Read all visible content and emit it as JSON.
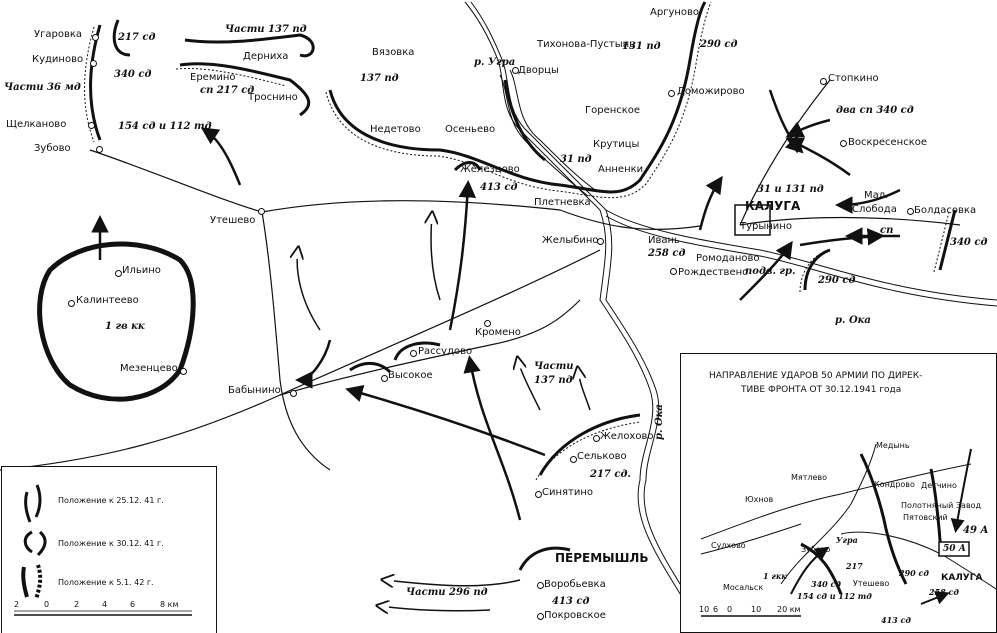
{
  "settlements": {
    "ugarovka": "Угаровка",
    "kudinovo": "Кудиново",
    "shchelkanovo": "Щелканово",
    "zubovo": "Зубово",
    "dernikha": "Дерниха",
    "eremino": "Еремино",
    "trosnino": "Троснино",
    "vyazovka": "Вязовка",
    "nedetovo": "Недетово",
    "osenevo": "Осеньево",
    "zheleztsovo": "Железцово",
    "dvortsy": "Дворцы",
    "argunovo": "Аргуново",
    "tikhonova": "Тихонова-Пустынь",
    "domozhirovo": "Доможирово",
    "gorenskoe": "Горенское",
    "krutitsy": "Крутицы",
    "annenki": "Анненки",
    "pletnevka": "Плетневка",
    "zhelybino": "Желыбино",
    "ivan": "Ивань",
    "kaluga": "КАЛУГА",
    "turynino": "Турынино",
    "romodanovo": "Ромоданово",
    "rozhdestveno": "Рождествено",
    "stopkino": "Стопкино",
    "voskresenskoe": "Воскресенское",
    "mal_sloboda": "Мал.",
    "mal_sloboda2": "Слобода",
    "boldasovka": "Болдасовка",
    "uteshevo": "Утешево",
    "ilino": "Ильино",
    "kalintseevo": "Калинтеево",
    "mezentsevo": "Мезенцево",
    "babynino": "Бабынино",
    "rassudovo": "Рассудово",
    "kromeno": "Кромено",
    "vysokoe": "Высокое",
    "zhelokhovo": "Желохово",
    "selkovo": "Сельково",
    "sinyatino": "Синятино",
    "peremyshl": "ПЕРЕМЫШЛЬ",
    "vorobyevka": "Воробьевка",
    "pokrovskoe": "Покровское"
  },
  "units": {
    "u217a": "217 сд",
    "u340a": "340 сд",
    "parts36": "Части 36 мд",
    "u154": "154 сд и 112 тд",
    "parts137a": "Части 137 пд",
    "sp217": "сп 217 сд",
    "u137": "137 пд",
    "u413a": "413 сд",
    "u31": "31 пд",
    "u290a": "290 сд",
    "u131": "131 пд",
    "u31_131": "31 и 131 пд",
    "dva340": "два сп 340 сд",
    "sp": "сп",
    "u340b": "340 сд",
    "u258": "258 сд",
    "podv": "подв. гр.",
    "u290b": "290 сд",
    "gv1": "1 гв кк",
    "parts137b": "Части",
    "parts137b2": "137 пд",
    "u217b": "217 сд.",
    "parts296": "Части 296 пд",
    "u413b": "413 сд"
  },
  "water": {
    "ugra": "р. Угра",
    "oka_e": "р. Ока",
    "oka_v": "р. Ока"
  },
  "legend": {
    "pos1": "Положение к 25.12.  41 г.",
    "pos2": "Положение к 30.12.  41 г.",
    "pos3": "Положение к 5.1.  42 г.",
    "scale_labels": [
      "2",
      "0",
      "2",
      "4",
      "6",
      "8 км"
    ]
  },
  "inset": {
    "title1": "НАПРАВЛЕНИЕ УДАРОВ 50 АРМИИ ПО ДИРЕК-",
    "title2": "ТИВЕ ФРОНТА ОТ 30.12.1941 года",
    "medyn": "Медынь",
    "myatlevo": "Мятлево",
    "kondrovo": "Кондрово",
    "detchino": "Детчино",
    "yukhnov": "Юхнов",
    "polotnyany": "Полотняный Завод",
    "pyatovsky": "Пятовский",
    "army49": "49 А",
    "sulkhovo": "Сулхово",
    "zubovo": "Зубово",
    "ugra": "Угра",
    "army50": "50 А",
    "u217": "217",
    "u290": "290 сд",
    "kaluga": "КАЛУГА",
    "gk1": "1 гкк",
    "u340": "340 сд",
    "uteshevo": "Утешево",
    "mosalsk": "Мосальск",
    "u154": "154 сд и 112 тд",
    "u258": "258 сд",
    "u413": "413 сд",
    "scale_labels": [
      "10",
      "6",
      "0",
      "10",
      "20 км"
    ]
  },
  "colors": {
    "ink": "#111111",
    "paper": "#ffffff",
    "inset_box": "#111111"
  }
}
